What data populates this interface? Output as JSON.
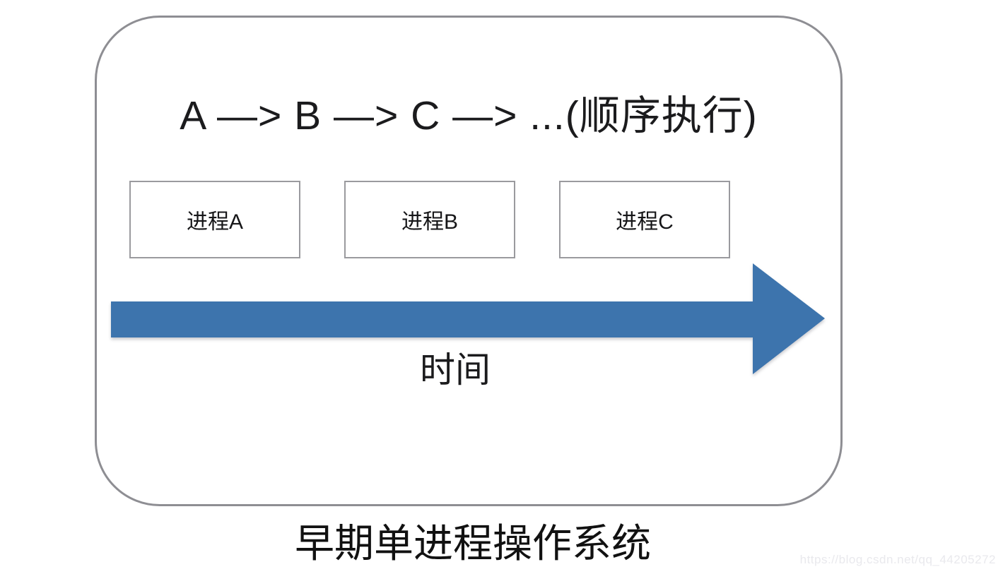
{
  "diagram": {
    "title": "A —> B —> C —> ...(顺序执行)",
    "boxes": [
      {
        "label": "进程A"
      },
      {
        "label": "进程B"
      },
      {
        "label": "进程C"
      }
    ],
    "arrow_label": "时间",
    "caption": "早期单进程操作系统",
    "watermark": "https://blog.csdn.net/qq_44205272",
    "colors": {
      "arrow": "#3d74ad",
      "outline": "#8e8e93",
      "box_border": "#9a9a9e",
      "text": "#1b1b1d",
      "watermark": "#e9e9ed"
    }
  }
}
